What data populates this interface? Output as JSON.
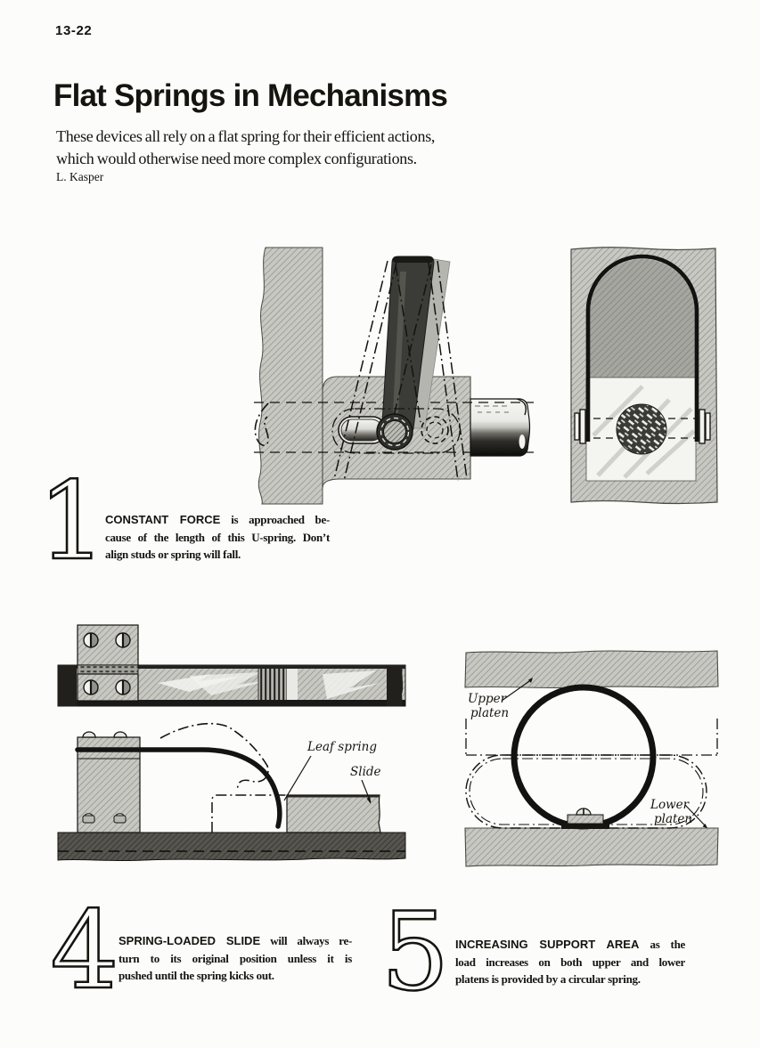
{
  "page": {
    "number": "13-22",
    "title": "Flat Springs in Mechanisms",
    "subtitle_line1": "These devices all rely on a flat spring for their efficient actions,",
    "subtitle_line2": "which would otherwise need more complex configurations.",
    "author": "L. Kasper"
  },
  "captions": {
    "c1": {
      "numeral": "1",
      "lead": "CONSTANT FORCE",
      "rest": " is approached be-",
      "line2": "cause of the length of this U-spring. Don’t",
      "line3": "align studs or spring will fall."
    },
    "c4": {
      "numeral": "4",
      "lead": "SPRING-LOADED SLIDE",
      "rest": " will always re-",
      "line2": "turn to its original position unless it is",
      "line3": "pushed until the spring kicks out."
    },
    "c5": {
      "numeral": "5",
      "lead": "INCREASING SUPPORT AREA",
      "rest": " as the",
      "line2": "load increases on both upper and lower",
      "line3": "platens is provided by a circular spring."
    }
  },
  "figure_labels": {
    "leaf_spring": "Leaf spring",
    "slide": "Slide",
    "upper_platen_line1": "Upper",
    "upper_platen_line2": "platen",
    "lower_platen_line1": "Lower",
    "lower_platen_line2": "platen"
  },
  "colors": {
    "paper": "#fcfcfa",
    "ink": "#15140f",
    "hatch_gray": "#c8c8c3",
    "dark_gray": "#57554f"
  }
}
